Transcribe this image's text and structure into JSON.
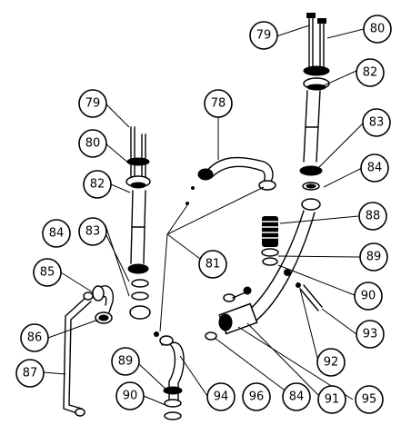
{
  "callouts": [
    {
      "id": "c-79-right",
      "label": "79"
    },
    {
      "id": "c-80-right",
      "label": "80"
    },
    {
      "id": "c-82-right",
      "label": "82"
    },
    {
      "id": "c-83-right",
      "label": "83"
    },
    {
      "id": "c-84-right",
      "label": "84"
    },
    {
      "id": "c-88",
      "label": "88"
    },
    {
      "id": "c-89-right",
      "label": "89"
    },
    {
      "id": "c-90-right",
      "label": "90"
    },
    {
      "id": "c-93",
      "label": "93"
    },
    {
      "id": "c-92",
      "label": "92"
    },
    {
      "id": "c-91",
      "label": "91"
    },
    {
      "id": "c-95",
      "label": "95"
    },
    {
      "id": "c-78",
      "label": "78"
    },
    {
      "id": "c-81",
      "label": "81"
    },
    {
      "id": "c-79-left",
      "label": "79"
    },
    {
      "id": "c-80-left",
      "label": "80"
    },
    {
      "id": "c-82-left",
      "label": "82"
    },
    {
      "id": "c-84-left",
      "label": "84"
    },
    {
      "id": "c-83-left",
      "label": "83"
    },
    {
      "id": "c-85",
      "label": "85"
    },
    {
      "id": "c-86",
      "label": "86"
    },
    {
      "id": "c-87",
      "label": "87"
    },
    {
      "id": "c-89-bottom",
      "label": "89"
    },
    {
      "id": "c-90-bottom",
      "label": "90"
    },
    {
      "id": "c-94",
      "label": "94"
    },
    {
      "id": "c-96",
      "label": "96"
    },
    {
      "id": "c-84-bottom",
      "label": "84"
    }
  ]
}
